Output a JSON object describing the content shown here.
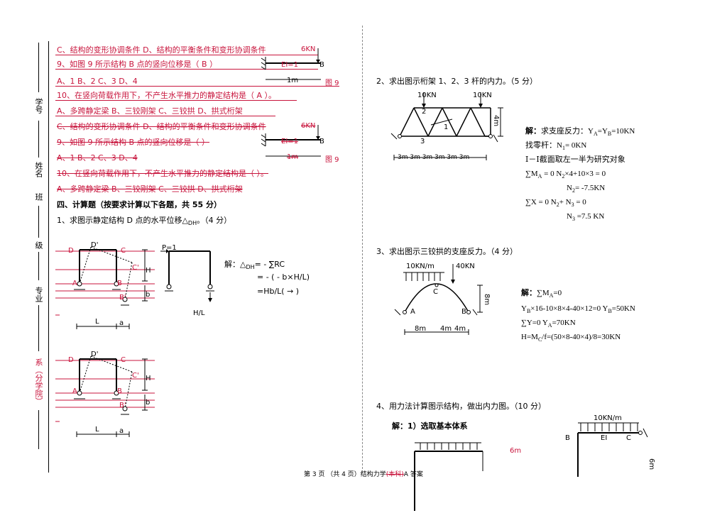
{
  "margin": {
    "xuehao": "学号",
    "xingming": "姓名",
    "ban": "班",
    "ji": "级",
    "zhuanye": "专业",
    "xi": "系（分学院）"
  },
  "left": {
    "lines": [
      {
        "text": "C、结构的变形协调条件   D、结构的平衡条件和变形协调条件",
        "strike": false
      },
      {
        "text": "9、如图 9 所示结构 B 点的竖向位移是（  B  ）",
        "strike": false
      },
      {
        "text": "A、1      B、2      C、3      D、4",
        "strike": false
      },
      {
        "text": "10、在竖向荷载作用下，不产生水平推力的静定结构是（  A  ）。",
        "strike": false
      },
      {
        "text": "A、多跨静定梁   B、三铰刚架   C、三铰拱   D、拱式桁架",
        "strike": false
      },
      {
        "text": "C、结构的变形协调条件   D、结构的平衡条件和变形协调条件",
        "strike": true
      },
      {
        "text": "9、如图 9 所示结构 B 点的竖向位移是（        ）",
        "strike": true
      },
      {
        "text": "A、1      B、2      C、3      D、4",
        "strike": true
      },
      {
        "text": "10、在竖向荷载作用下，不产生水平推力的静定结构是（     ）。",
        "strike": true
      },
      {
        "text": "A、多跨静定梁   B、三铰刚架   C、三铰拱   D、拱式桁架",
        "strike": true
      }
    ],
    "fig9": {
      "load": "6KN",
      "ei": "EI=1",
      "b": "B",
      "span": "1m",
      "label": "图 9"
    },
    "section_title": "四、计算题（按要求计算以下各题，共 55 分）",
    "q1": "1、求图示静定结构 D 点的水平位移△",
    "q1_sub": "DH",
    "q1_tail": "。（4 分）",
    "q1_fig": {
      "D": "D",
      "Dp": "D'",
      "C": "C",
      "Cp": "C'",
      "A": "A",
      "B": "B",
      "Bp": "B'",
      "H": "H",
      "b": "b",
      "L": "L",
      "a": "a",
      "P": "P=1",
      "HL": "H/L"
    },
    "q1_sol": {
      "l1": "解：△",
      "l1sub": "DH",
      "l1tail": "= - ∑RC",
      "l2": "= - ( - b×H/L)",
      "l3": "=Hb/L( → )"
    }
  },
  "right": {
    "q2": "2、求出图示桁架 1、2、3 杆的内力。（5 分）",
    "q2_fig": {
      "p1": "10KN",
      "p2": "10KN",
      "h": "4m",
      "n2": "2",
      "n1": "1",
      "n3": "3",
      "dims": "3m  3m 3m  3m  3m  3m"
    },
    "q2_sol": [
      "解：求支座反力：Y",
      "找零杆：N",
      "Ⅰ－Ⅰ截面取左一半为研究对象",
      "∑M",
      "N",
      "∑X = 0    N",
      "N"
    ],
    "q2_sol_full": {
      "l1a": "解：",
      "l1b": "求支座反力：Y",
      "l1s1": "A",
      "l1c": "=Y",
      "l1s2": "B",
      "l1d": "=10KN",
      "l2a": "找零杆：N",
      "l2s": "1",
      "l2b": "= 0KN",
      "l3": "Ⅰ－Ⅰ截面取左一半为研究对象",
      "l4a": "∑M",
      "l4s": "A",
      "l4b": " = 0     N",
      "l4s2": "2",
      "l4c": "×4+10×3 = 0",
      "l5a": "N",
      "l5s": "2",
      "l5b": "= -7.5KN",
      "l6a": "∑X = 0     N",
      "l6s": "2",
      "l6b": "+ N",
      "l6s2": "3",
      "l6c": " = 0",
      "l7a": "N",
      "l7s": "3",
      "l7b": " =7.5 KN"
    },
    "q3": "3、求出图示三铰拱的支座反力。（4 分）",
    "q3_fig": {
      "q": "10KN/m",
      "p": "40KN",
      "c": "C",
      "a": "A",
      "b": "B",
      "h": "8m",
      "d1": "8m",
      "d2": "4m",
      "d3": "4m"
    },
    "q3_sol": {
      "l1a": "解：",
      "l1b": "∑M",
      "l1s": "A",
      "l1c": "=0",
      "l2a": "Y",
      "l2s": "B",
      "l2b": "×16-10×8×4-40×12=0 Y",
      "l2s2": "B",
      "l2c": "=50KN",
      "l3a": "∑Y=0     Y",
      "l3s": "A",
      "l3b": "=70KN",
      "l4a": "H=M",
      "l4s": "C",
      "l4b": "/f=(50×8-40×4)/8=30KN"
    },
    "q4": "4、用力法计算图示结构，做出内力图。（10 分）",
    "q4_sol": "解：1）选取基本体系",
    "q4_fig": {
      "q": "10KN/m",
      "b": "B",
      "ei": "EI",
      "c": "C",
      "h": "6m",
      "red6m": "6m"
    }
  },
  "footer": {
    "a": "第 3 页 （共 4 页）结构力学",
    "b": "(本科)",
    "c": "A 答案"
  }
}
